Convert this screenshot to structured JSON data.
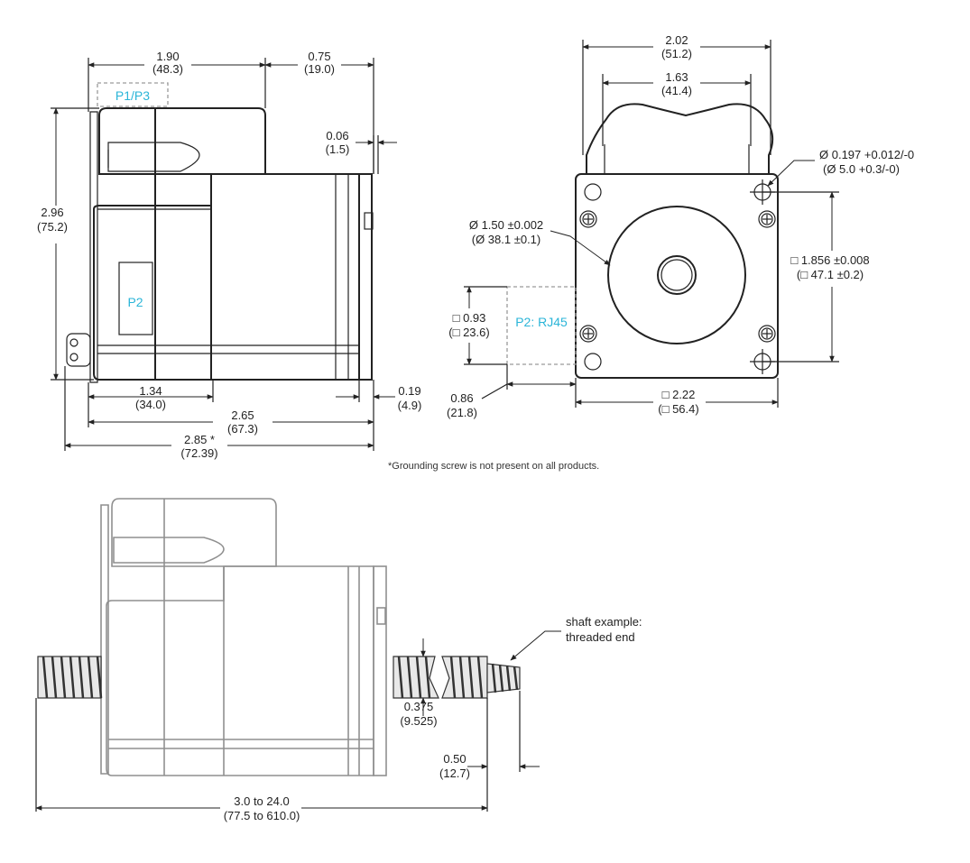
{
  "labels": {
    "p1p3": "P1/P3",
    "p2": "P2",
    "p2_rj45": "P2: RJ45"
  },
  "side_view": {
    "d_190": {
      "in": "1.90",
      "mm": "(48.3)"
    },
    "d_075": {
      "in": "0.75",
      "mm": "(19.0)"
    },
    "d_006": {
      "in": "0.06",
      "mm": "(1.5)"
    },
    "d_296": {
      "in": "2.96",
      "mm": "(75.2)"
    },
    "d_134": {
      "in": "1.34",
      "mm": "(34.0)"
    },
    "d_019": {
      "in": "0.19",
      "mm": "(4.9)"
    },
    "d_265": {
      "in": "2.65",
      "mm": "(67.3)"
    },
    "d_285": {
      "in": "2.85 *",
      "mm": "(72.39)"
    }
  },
  "front_view": {
    "d_202": {
      "in": "2.02",
      "mm": "(51.2)"
    },
    "d_163": {
      "in": "1.63",
      "mm": "(41.4)"
    },
    "d_hole": {
      "in": "Ø 0.197 +0.012/-0",
      "mm": "(Ø 5.0 +0.3/-0)"
    },
    "d_pilot": {
      "in": "Ø 1.50 ±0.002",
      "mm": "(Ø 38.1 ±0.1)"
    },
    "d_bolt": {
      "in": "□ 1.856 ±0.008",
      "mm": "(□ 47.1 ±0.2)"
    },
    "d_rj45": {
      "in": "□ 0.93",
      "mm": "(□ 23.6)"
    },
    "d_086": {
      "in": "0.86",
      "mm": "(21.8)"
    },
    "d_222": {
      "in": "□ 2.22",
      "mm": "(□ 56.4)"
    }
  },
  "footnote": "*Grounding screw is not present on all products.",
  "shaft_view": {
    "callout_line1": "shaft example:",
    "callout_line2": "threaded end",
    "d_0375": {
      "in": "0.375",
      "mm": "(9.525)"
    },
    "d_050": {
      "in": "0.50",
      "mm": "(12.7)"
    },
    "d_length": {
      "in": "3.0 to 24.0",
      "mm": "(77.5 to 610.0)"
    }
  }
}
